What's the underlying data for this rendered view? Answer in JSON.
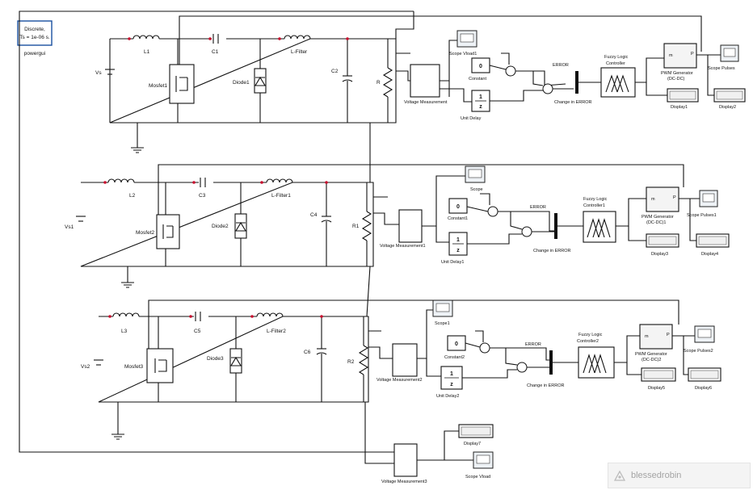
{
  "powergui": {
    "line1": "Discrete,",
    "line2": "Ts = 1e-06 s.",
    "name": "powergui"
  },
  "rows": [
    {
      "vs": "Vs",
      "l": "L1",
      "mosfet": "Mosfet1",
      "c": "C1",
      "diode": "Diode1",
      "lf": "L-Filter",
      "c2": "C2",
      "r": "R",
      "vm": "Voltage Measurement",
      "scope": "Scope  Vload1",
      "const_val": "0",
      "const": "Constant",
      "delay": "Unit Delay",
      "error": "ERROR",
      "cerror": "Change in ERROR",
      "flc1": "Fuzzy Logic",
      "flc2": "Controller",
      "pwm1": "PWM Generator",
      "pwm2": "(DC-DC)",
      "disp1": "Display1",
      "pulses": "Scope  Pulses",
      "disp2": "Display2"
    },
    {
      "vs": "Vs1",
      "l": "L2",
      "mosfet": "Mosfet2",
      "c": "C3",
      "diode": "Diode2",
      "lf": "L-Filter1",
      "c2": "C4",
      "r": "R1",
      "vm": "Voltage Measurement1",
      "scope": "Scope",
      "const_val": "0",
      "const": "Constant1",
      "delay": "Unit Delay1",
      "error": "ERROR",
      "cerror": "Change in ERROR",
      "flc1": "Fuzzy Logic",
      "flc2": "Controller1",
      "pwm1": "PWM Generator",
      "pwm2": "(DC-DC)1",
      "disp1": "Display3",
      "pulses": "Scope  Pulses1",
      "disp2": "Display4"
    },
    {
      "vs": "Vs2",
      "l": "L3",
      "mosfet": "Mosfet3",
      "c": "C5",
      "diode": "Diode3",
      "lf": "L-Filter2",
      "c2": "C6",
      "r": "R2",
      "vm": "Voltage Measurement2",
      "scope": "Scope1",
      "const_val": "0",
      "const": "Constant2",
      "delay": "Unit Delay2",
      "error": "ERROR",
      "cerror": "Change in ERROR",
      "flc1": "Fuzzy Logic",
      "flc2": "Controller2",
      "pwm1": "PWM Generator",
      "pwm2": "(DC-DC)2",
      "disp1": "Display5",
      "pulses": "Scope  Pulses2",
      "disp2": "Display6"
    }
  ],
  "bottom": {
    "vm": "Voltage Measurement3",
    "display": "Display7",
    "scope": "Scope  Vload"
  },
  "delay_num": "1",
  "delay_den": "z",
  "watermark": "blessedrobin",
  "colors": {
    "wire": "#111111",
    "node": "#c8102e",
    "powergui_border": "#1a4fa0",
    "watermark_bg": "#f3f3f3"
  }
}
